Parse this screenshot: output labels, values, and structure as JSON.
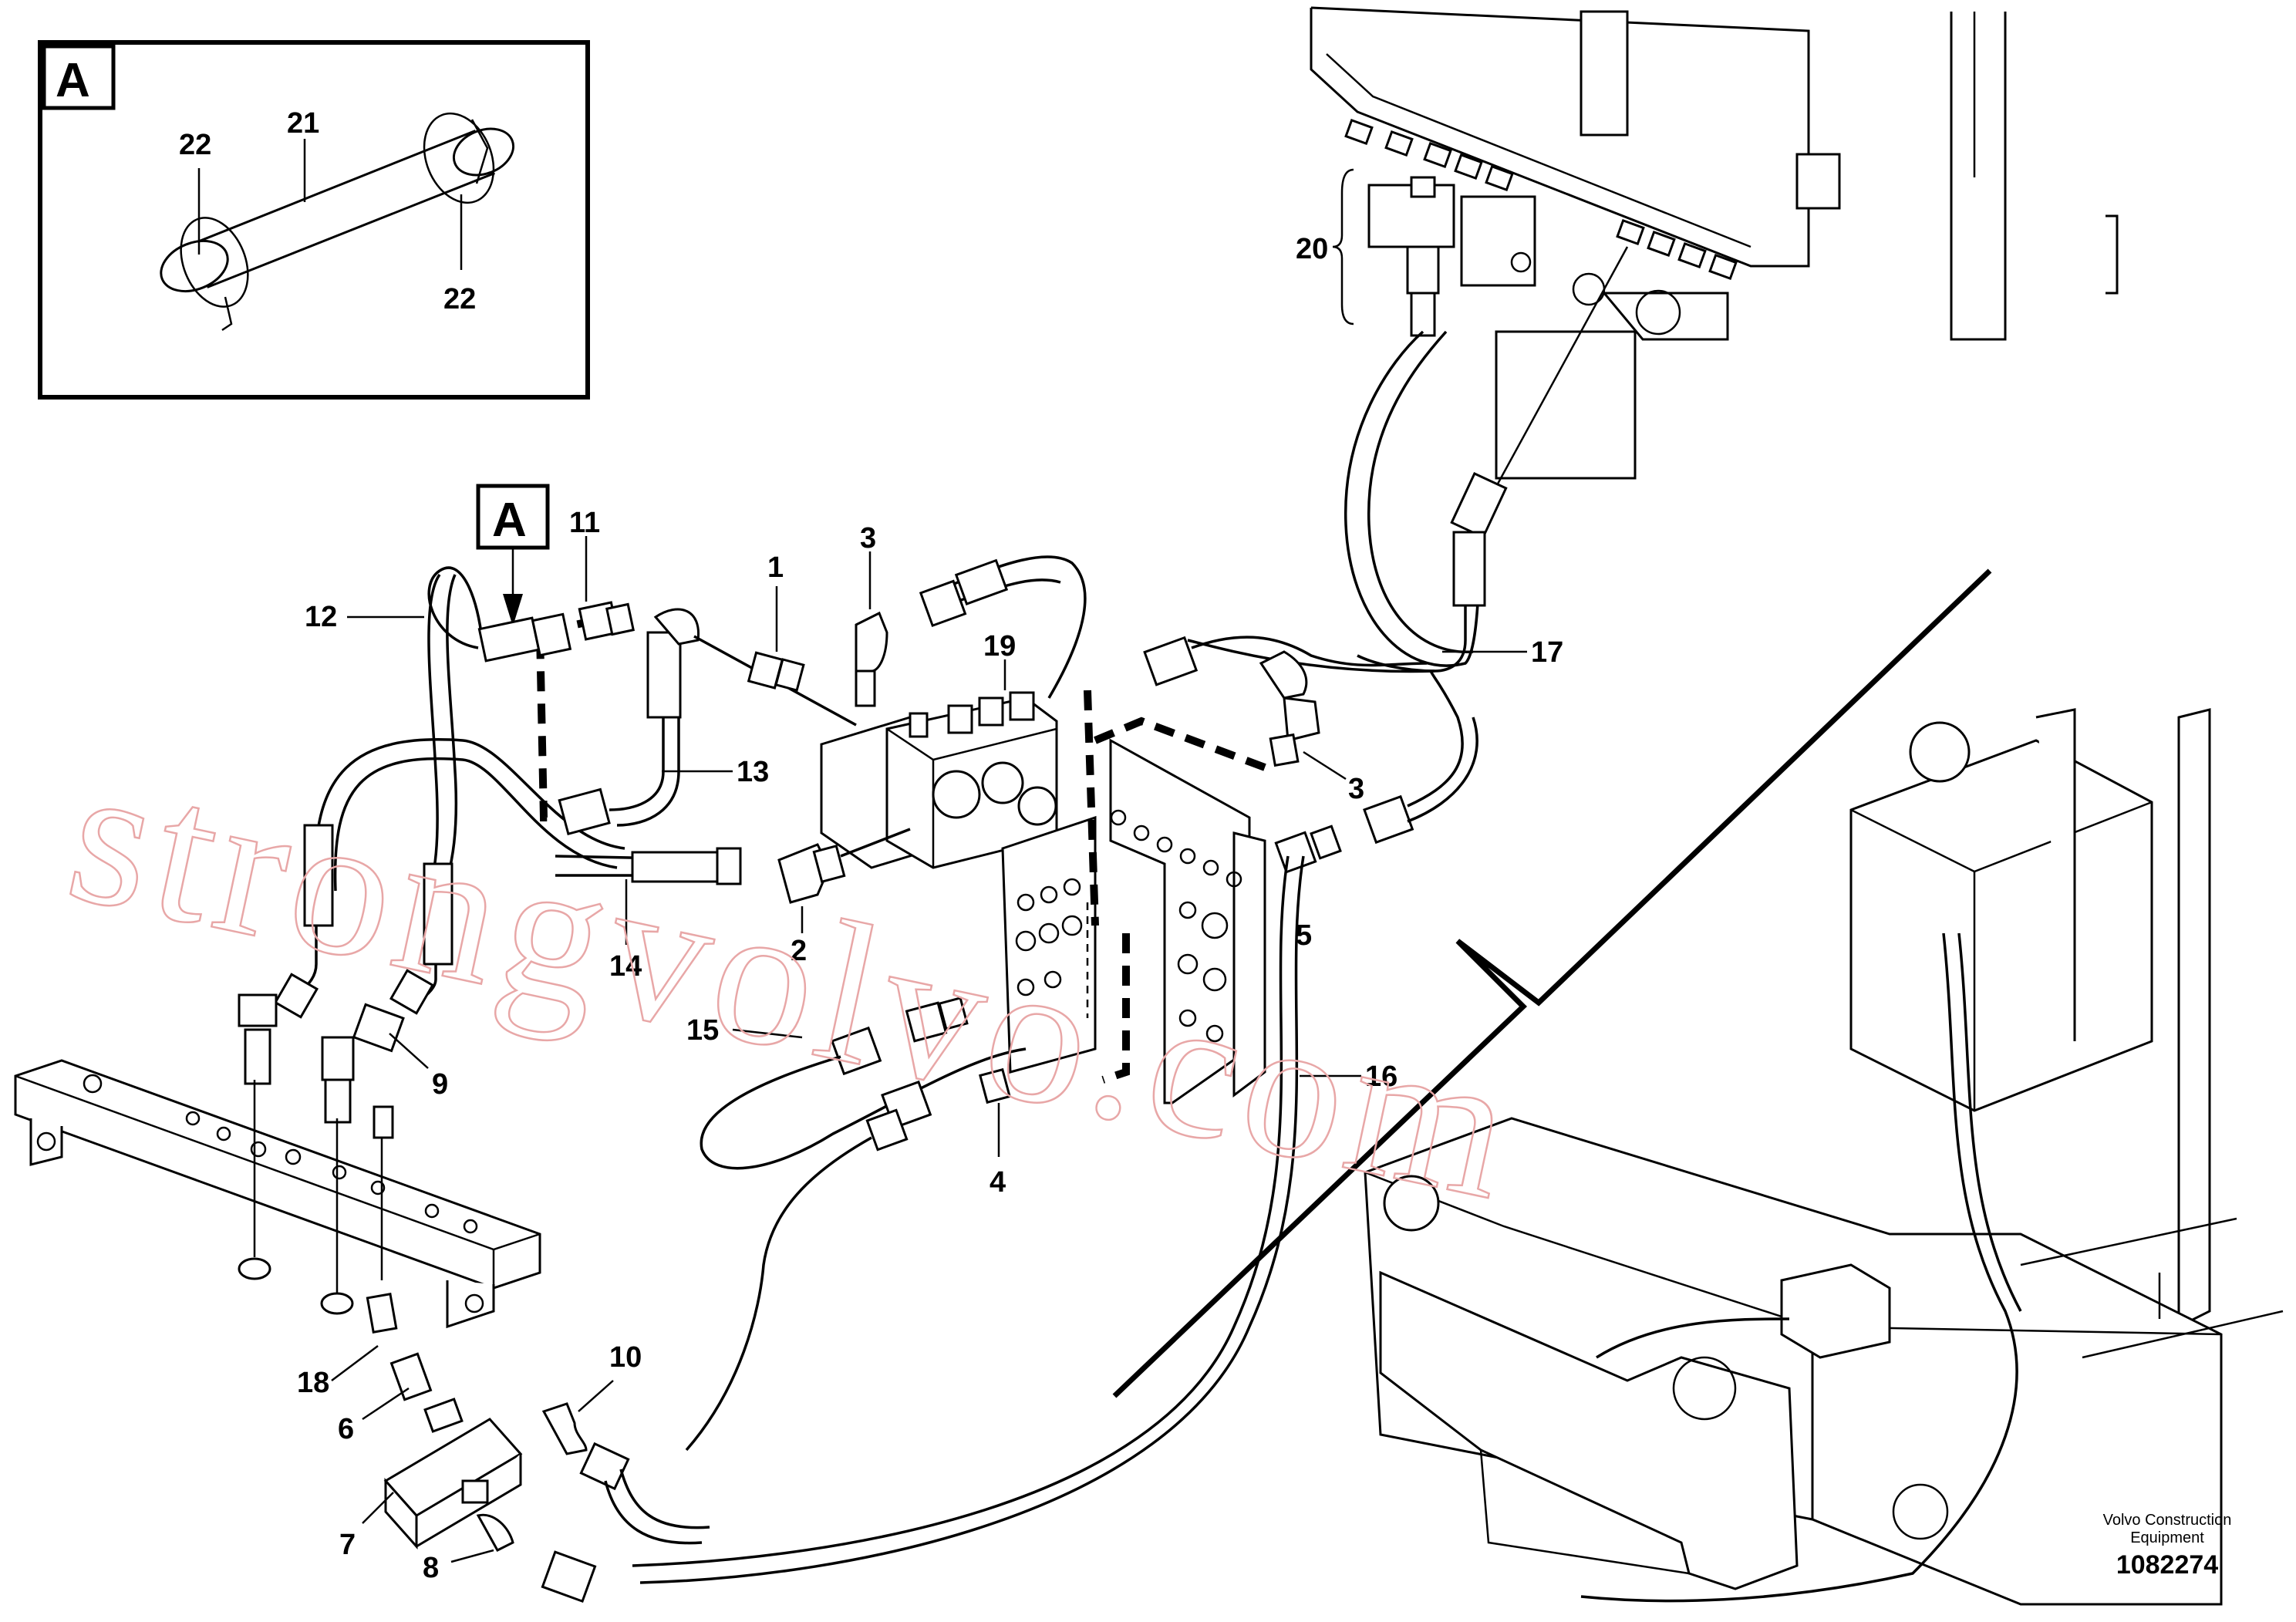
{
  "detail_box": {
    "letter": "A",
    "callouts": {
      "c22_top": "22",
      "c21": "21",
      "c22_bottom": "22"
    }
  },
  "detail_ref": {
    "letter": "A"
  },
  "callouts": {
    "c1": "1",
    "c2": "2",
    "c3a": "3",
    "c3b": "3",
    "c4": "4",
    "c5": "5",
    "c6": "6",
    "c7": "7",
    "c8": "8",
    "c9": "9",
    "c10": "10",
    "c11": "11",
    "c12": "12",
    "c13": "13",
    "c14": "14",
    "c15": "15",
    "c16": "16",
    "c17": "17",
    "c18": "18",
    "c19": "19",
    "c20": "20"
  },
  "watermark": "strongvolvo.com",
  "footer": {
    "brand_line1": "Volvo Construction",
    "brand_line2": "Equipment",
    "doc_number": "1082274"
  }
}
